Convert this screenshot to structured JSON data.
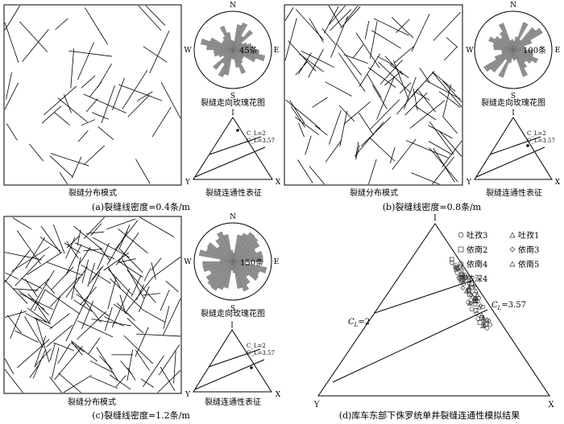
{
  "panels": [
    {
      "id": "a",
      "count_label": "45条",
      "map_label": "裂缝分布模式",
      "rose_label": "裂缝走向玫瑰花图",
      "ternary_label": "裂缝连通性表征",
      "caption": "(a)裂缝线密度=0.4条/m",
      "ternary_line_labels": [
        "C_L=2",
        "C_L=3.57"
      ]
    },
    {
      "id": "b",
      "count_label": "100条",
      "map_label": "裂缝分布模式",
      "rose_label": "裂缝走向玫瑰花图",
      "ternary_label": "裂缝连通性表征",
      "caption": "(b)裂缝线密度=0.8条/m",
      "ternary_line_labels": [
        "C_L=2",
        "C_L=3.57"
      ]
    },
    {
      "id": "c",
      "count_label": "150条",
      "map_label": "裂缝分布模式",
      "rose_label": "裂缝走向玫瑰花图",
      "ternary_label": "裂缝连通性表征",
      "caption": "(c)裂缝线密度=1.2条/m",
      "ternary_line_labels": [
        "C_L=2",
        "C_L=3.57"
      ]
    }
  ],
  "compass": {
    "n": "N",
    "s": "S",
    "e": "E",
    "w": "W"
  },
  "ternary_vertices": {
    "top": "I",
    "left": "Y",
    "right": "X"
  },
  "panel_d": {
    "caption": "(d)库车东部下侏罗统单井裂缝连通性模拟结果",
    "line_labels": {
      "cl2_main": "C",
      "cl2_sub": "L",
      "cl2_val": "=2",
      "cl357_main": "C",
      "cl357_sub": "L",
      "cl357_val": "=3.57"
    },
    "legend": [
      {
        "symbol": "circle",
        "label": "吐孜3"
      },
      {
        "symbol": "triangle",
        "label": "吐孜1"
      },
      {
        "symbol": "square",
        "label": "依南2"
      },
      {
        "symbol": "diamond",
        "label": "依南3"
      },
      {
        "symbol": "circle",
        "label": "依南4"
      },
      {
        "symbol": "triangle",
        "label": "依南5"
      },
      {
        "symbol": "square",
        "label": "依深4"
      }
    ]
  }
}
